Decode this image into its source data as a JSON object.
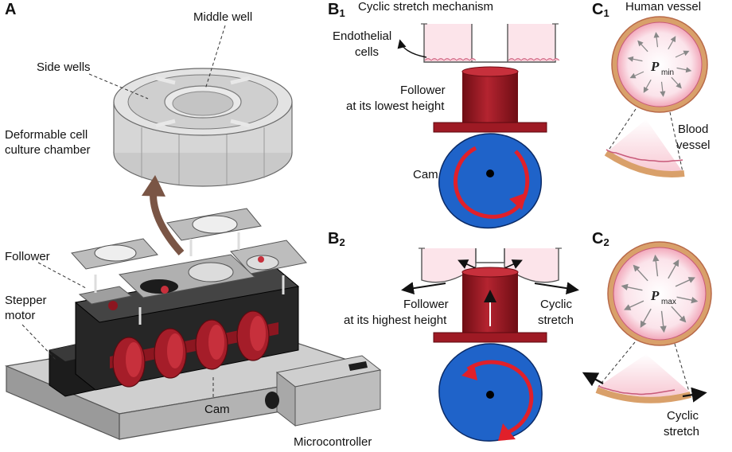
{
  "panels": {
    "A": "A",
    "B1": "B",
    "B1_sub": "1",
    "B2": "B",
    "B2_sub": "2",
    "C1": "C",
    "C1_sub": "1",
    "C2": "C",
    "C2_sub": "2"
  },
  "labels": {
    "middle_well": "Middle well",
    "side_wells": "Side wells",
    "chamber_line1": "Deformable cell",
    "chamber_line2": "culture chamber",
    "follower": "Follower",
    "stepper_line1": "Stepper",
    "stepper_line2": "motor",
    "cam_a": "Cam",
    "microcontroller": "Microcontroller",
    "b1_title": "Cyclic stretch mechanism",
    "endothelial_line1": "Endothelial",
    "endothelial_line2": "cells",
    "follower_low_line1": "Follower",
    "follower_low_line2": "at its lowest height",
    "cam_b": "Cam",
    "follower_high_line1": "Follower",
    "follower_high_line2": "at its highest height",
    "cyclic_b_line1": "Cyclic",
    "cyclic_b_line2": "stretch",
    "c1_title": "Human vessel",
    "p_symbol_1": "P",
    "p_min": "min",
    "blood_line1": "Blood",
    "blood_line2": "vessel",
    "p_symbol_2": "P",
    "p_max": "max",
    "cyclic_c_line1": "Cyclic",
    "cyclic_c_line2": "stretch"
  },
  "colors": {
    "cam_blue": "#1f63c9",
    "follower_red": "#9e1a24",
    "arrow_red": "#e0202a",
    "vessel_wall": "#d9a06a",
    "vessel_outline": "#b86a4a",
    "cell_pink": "#f4b3c2",
    "brown_arrow": "#7a5545"
  }
}
